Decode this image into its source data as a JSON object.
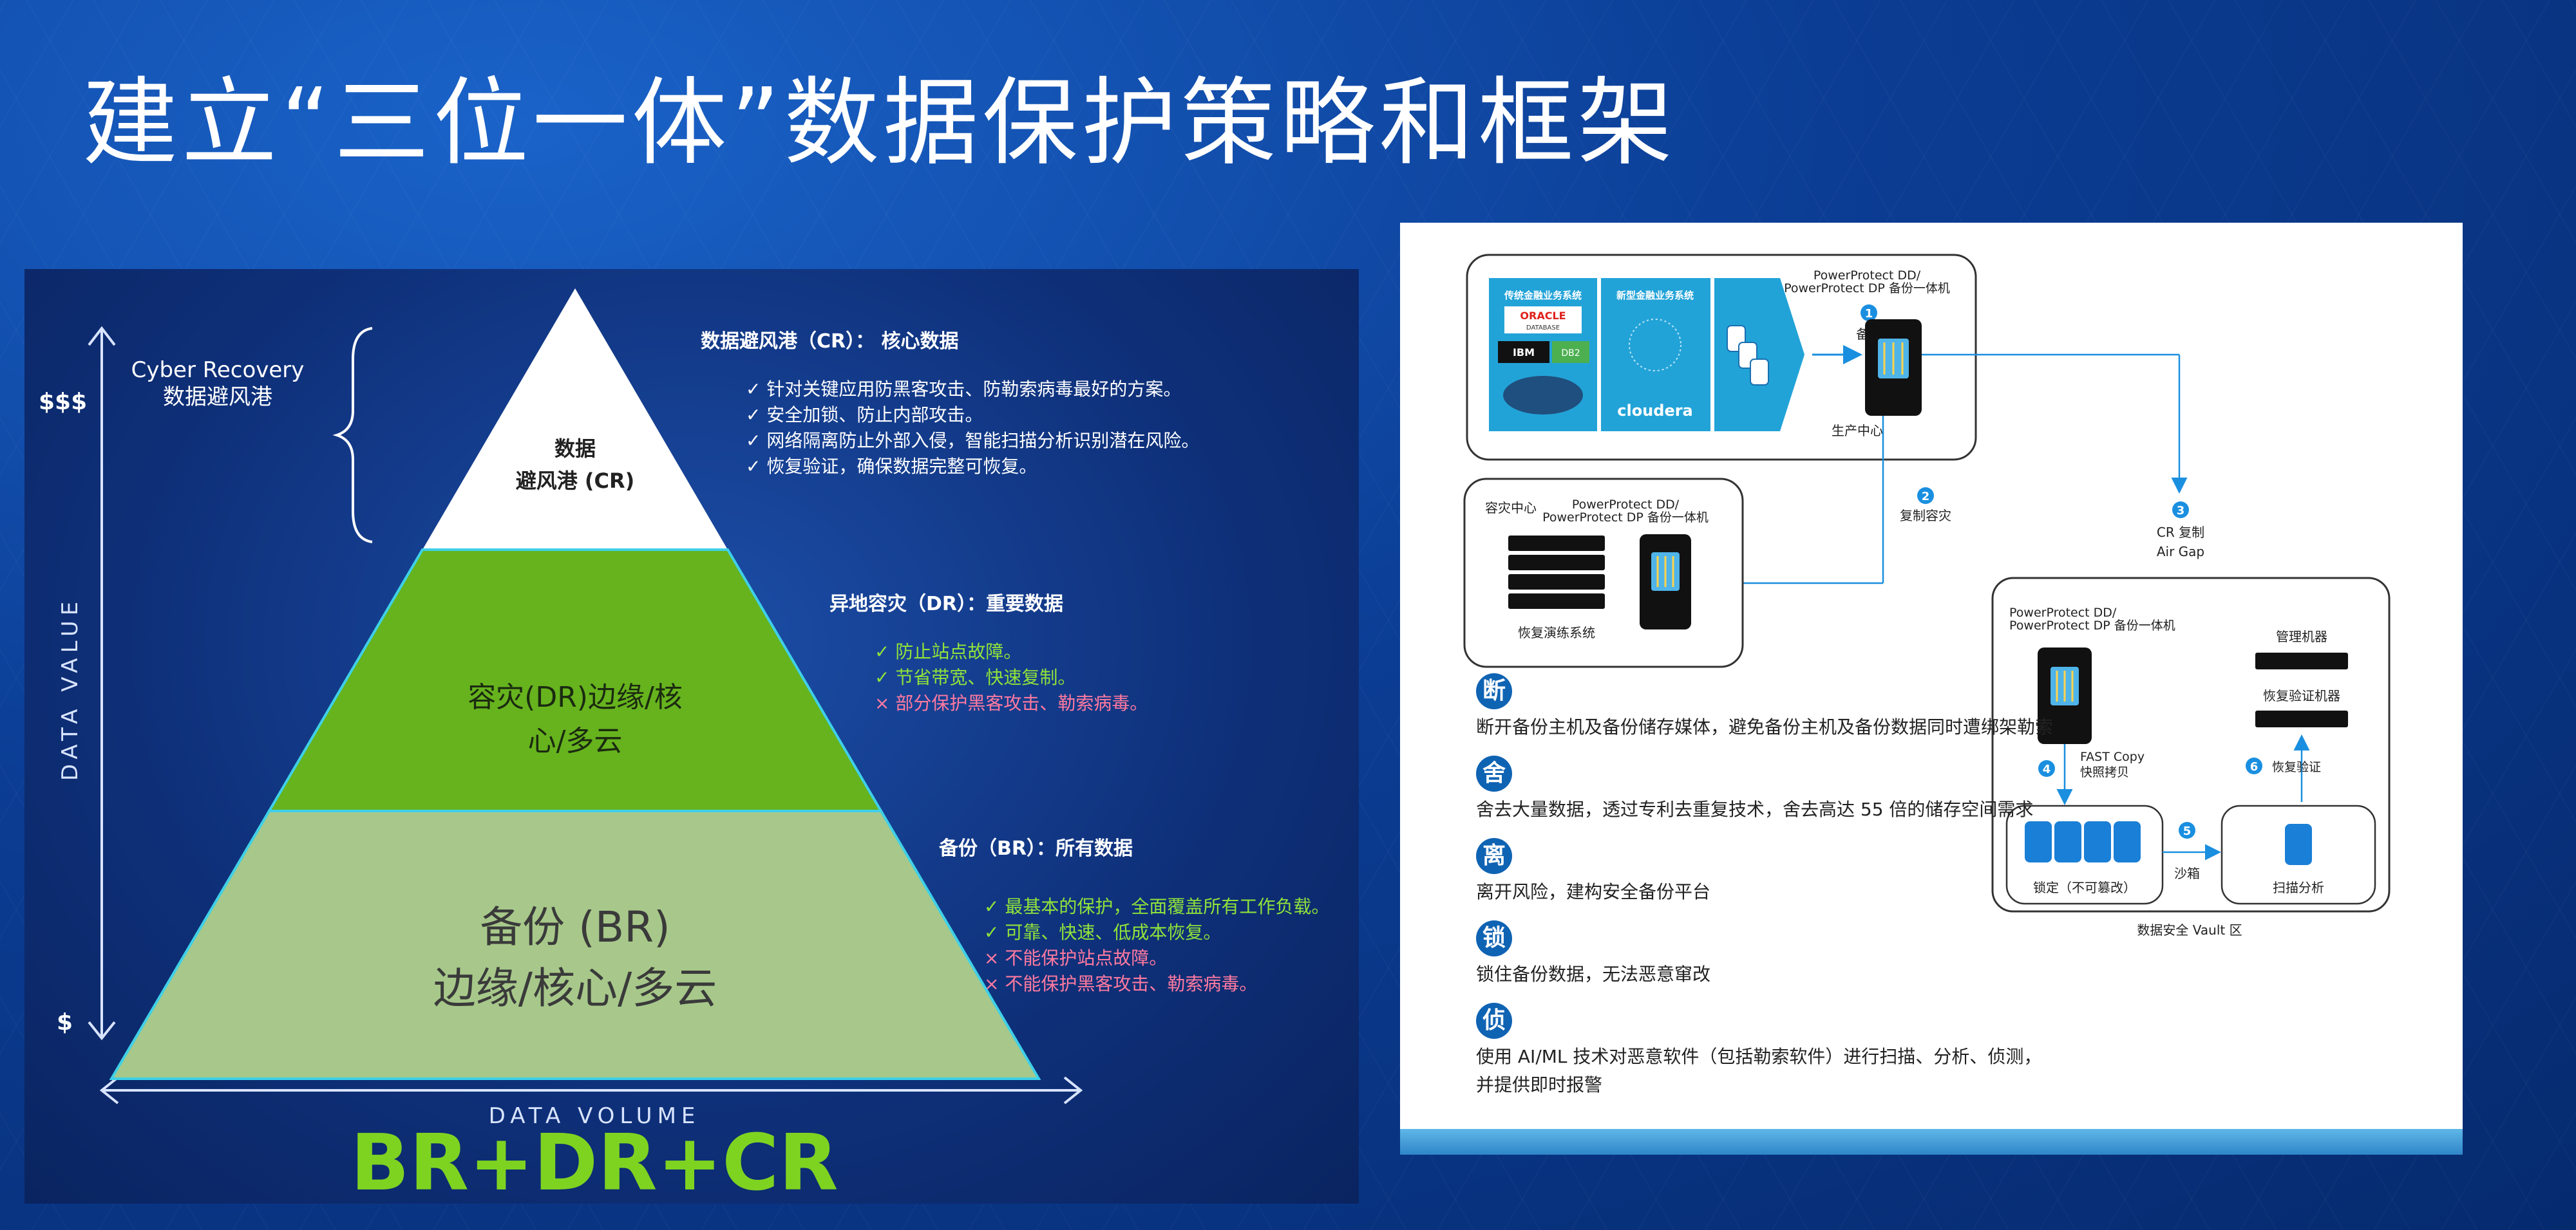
{
  "title": "建立“三位一体”数据保护策略和框架",
  "left": {
    "axis_y_label": "DATA VALUE",
    "axis_x_label": "DATA VOLUME",
    "y_top": "$$$",
    "y_bottom": "$",
    "cyber_line1": "Cyber Recovery",
    "cyber_line2": "数据避风港",
    "tier_cr_line1": "数据",
    "tier_cr_line2": "避风港 (CR)",
    "tier_dr_line1": "容灾(DR)边缘/核",
    "tier_dr_line2": "心/多云",
    "tier_br_line1": "备份 (BR)",
    "tier_br_line2": "边缘/核心/多云",
    "bottom_banner": "BR+DR+CR",
    "cr_heading": "数据避风港（CR）：  核心数据",
    "cr_points": [
      "✓ 针对关键应用防黑客攻击、防勒索病毒最好的方案。",
      "✓ 安全加锁、防止内部攻击。",
      "✓ 网络隔离防止外部入侵，智能扫描分析识别潜在风险。",
      "✓ 恢复验证，确保数据完整可恢复。"
    ],
    "dr_heading": "异地容灾（DR）：重要数据",
    "dr_points_ok": [
      "✓ 防止站点故障。",
      "✓ 节省带宽、快速复制。"
    ],
    "dr_points_bad": [
      "× 部分保护黑客攻击、勒索病毒。"
    ],
    "br_heading": "备份（BR）：所有数据",
    "br_points_ok": [
      "✓ 最基本的保护，全面覆盖所有工作负载。",
      "✓ 可靠、快速、低成本恢复。"
    ],
    "br_points_bad": [
      "× 不能保护站点故障。",
      "× 不能保护黑客攻击、勒索病毒。"
    ]
  },
  "right": {
    "legacy_label": "传统金融业务系统",
    "new_label": "新型金融业务系统",
    "oracle": "ORACLE",
    "database": "DATABASE",
    "ibm": "IBM",
    "db2": "DB2",
    "cloudera": "cloudera",
    "pp_line1": "PowerProtect DD/",
    "pp_line2": "PowerProtect DP 备份一体机",
    "step1_num": "1",
    "step1_label": "备份",
    "prod_center": "生产中心",
    "step2_num": "2",
    "step2_label": "复制容灾",
    "step3_num": "3",
    "step3_label1": "CR 复制",
    "step3_label2": "Air Gap",
    "dr_center": "容灾中心",
    "restore_drill": "恢复演练系统",
    "mgmt": "管理机器",
    "verify_machine": "恢复验证机器",
    "step4_num": "4",
    "step4_label1": "FAST Copy",
    "step4_label2": "快照拷贝",
    "step5_num": "5",
    "step5_label": "沙箱",
    "step6_num": "6",
    "step6_label": "恢复验证",
    "locked": "锁定（不可篡改）",
    "scan": "扫描分析",
    "vault": "数据安全 Vault 区",
    "items": [
      {
        "badge": "断",
        "text": "断开备份主机及备份储存媒体，避免备份主机及备份数据同时遭绑架勒索"
      },
      {
        "badge": "舍",
        "text": "舍去大量数据，透过专利去重复技术，舍去高达 55 倍的储存空间需求"
      },
      {
        "badge": "离",
        "text": "离开风险，建构安全备份平台"
      },
      {
        "badge": "锁",
        "text": "锁住备份数据，无法恶意窜改"
      },
      {
        "badge": "侦",
        "text": "使用 AI/ML 技术对恶意软件（包括勒索软件）进行扫描、分析、侦测，并提供即时报警"
      }
    ]
  },
  "colors": {
    "cr_tier": "#ffffff",
    "dr_tier": "#66b31e",
    "br_tier": "#a7c88a",
    "banner": "#7ed321",
    "ok_text": "#8fe33a",
    "bad_text": "#ff7aa0",
    "accent_blue": "#1a8fe0"
  }
}
